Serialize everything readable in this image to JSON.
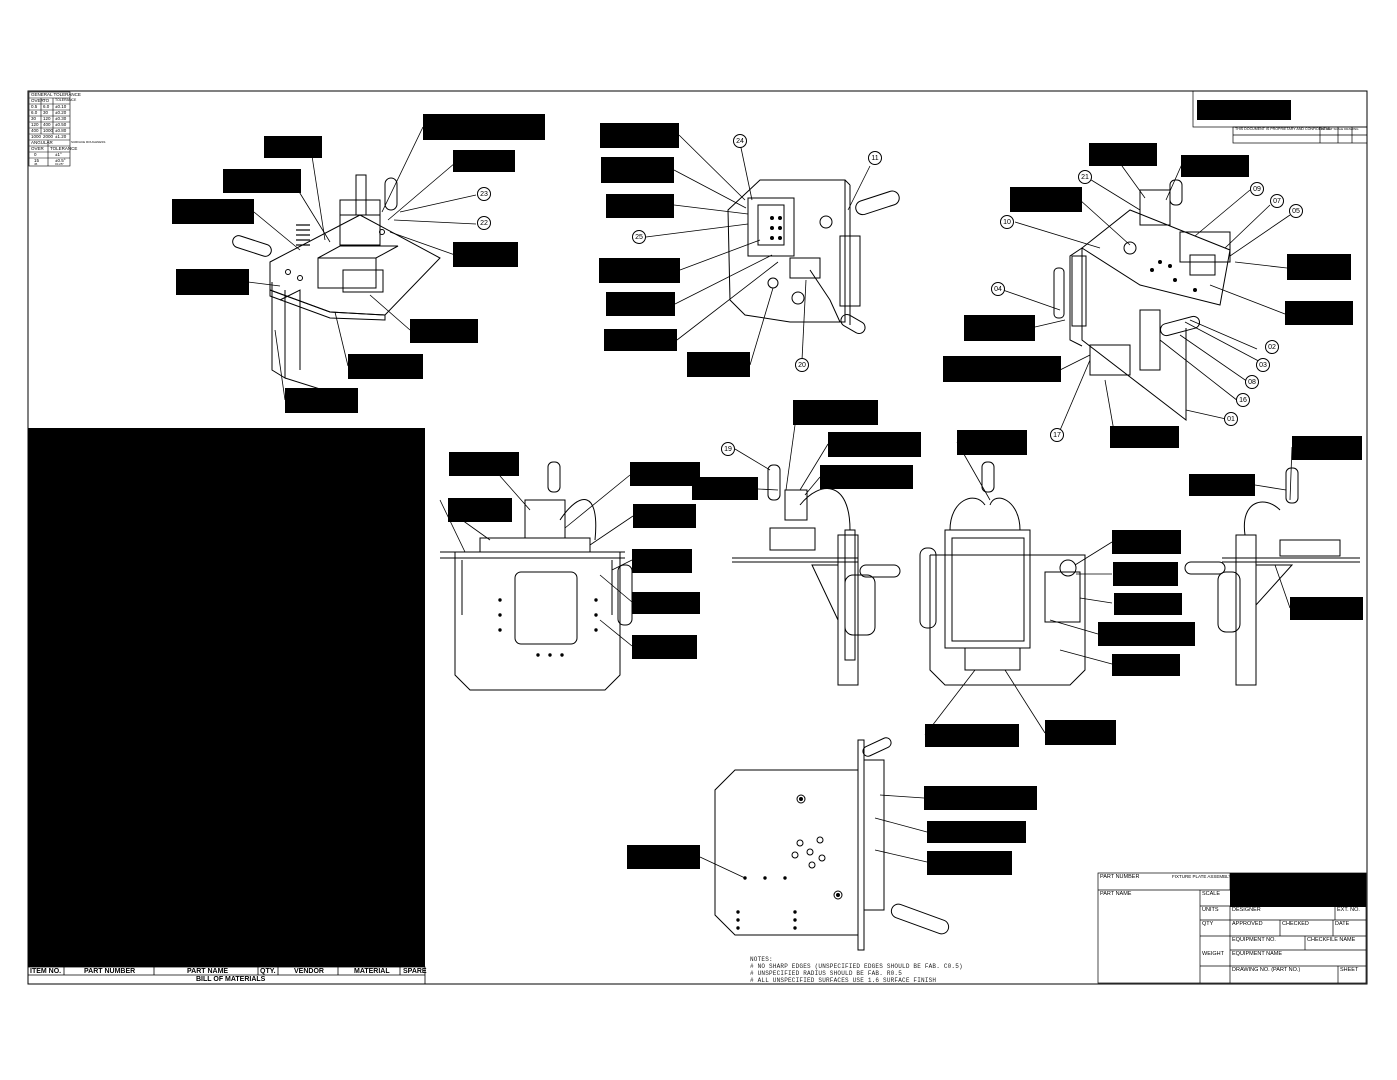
{
  "drawing": {
    "tolerance_block": {
      "title": "GENERAL TOLERANCE",
      "header": [
        "OVER",
        "TO",
        "TOLERANCE"
      ],
      "rows": [
        [
          "0.5",
          "6.0",
          "±0.10"
        ],
        [
          "6.0",
          "30",
          "±0.20"
        ],
        [
          "30",
          "120",
          "±0.30"
        ],
        [
          "120",
          "400",
          "±0.50"
        ],
        [
          "400",
          "1000",
          "±0.80"
        ],
        [
          "1000",
          "2000",
          "±1.20"
        ]
      ],
      "angle_title": "ANGULAR",
      "angle_header": [
        "OVER",
        "TOLERANCE"
      ],
      "angle_rows": [
        [
          "0",
          "±1°"
        ],
        [
          "15",
          "±0.5°"
        ],
        [
          "45",
          "±0.25°"
        ]
      ],
      "surface_label": "SURFACE ROUGHNESS"
    },
    "title_strip": {
      "text": "THIS DOCUMENT IS PROPRIETARY AND CONFIDENTIAL",
      "right_text": "DO NOT SCALE DRAWING"
    },
    "balloons": [
      "24",
      "11",
      "23",
      "22",
      "25",
      "20",
      "21",
      "10",
      "09",
      "07",
      "05",
      "04",
      "02",
      "03",
      "08",
      "16",
      "17",
      "01",
      "19"
    ],
    "bom": {
      "headers": [
        "ITEM NO.",
        "PART NUMBER",
        "PART NAME",
        "QTY.",
        "VENDOR",
        "MATERIAL",
        "SPARE"
      ],
      "title": "BILL OF MATERIALS"
    },
    "notes": {
      "heading": "NOTES:",
      "items": [
        "#  NO SHARP EDGES (UNSPECIFIED EDGES SHOULD BE FAB. C0.5)",
        "#  UNSPECIFIED RADIUS SHOULD BE FAB. R0.5",
        "#  ALL UNSPECIFIED SURFACES USE 1.6 SURFACE FINISH"
      ]
    },
    "title_block": {
      "part_number_label": "PART NUMBER",
      "part_number_value": "FIXTURE PLATE ASSEMBLY",
      "part_name_label": "PART NAME",
      "scale_label": "SCALE",
      "units_label": "UNITS",
      "designer_label": "DESIGNER",
      "ext_no_label": "EXT. NO.",
      "qty_label": "QTY",
      "approved_label": "APPROVED",
      "checked_label": "CHECKED",
      "date_label": "DATE",
      "equipment_no_label": "EQUIPMENT NO.",
      "checkfile_label": "CHECKFILE NAME",
      "equipment_name_label": "EQUIPMENT NAME",
      "weight_label": "WEIGHT",
      "drawing_no_label": "DRAWING NO. (PART NO.)",
      "sheet_label": "SHEET"
    }
  }
}
